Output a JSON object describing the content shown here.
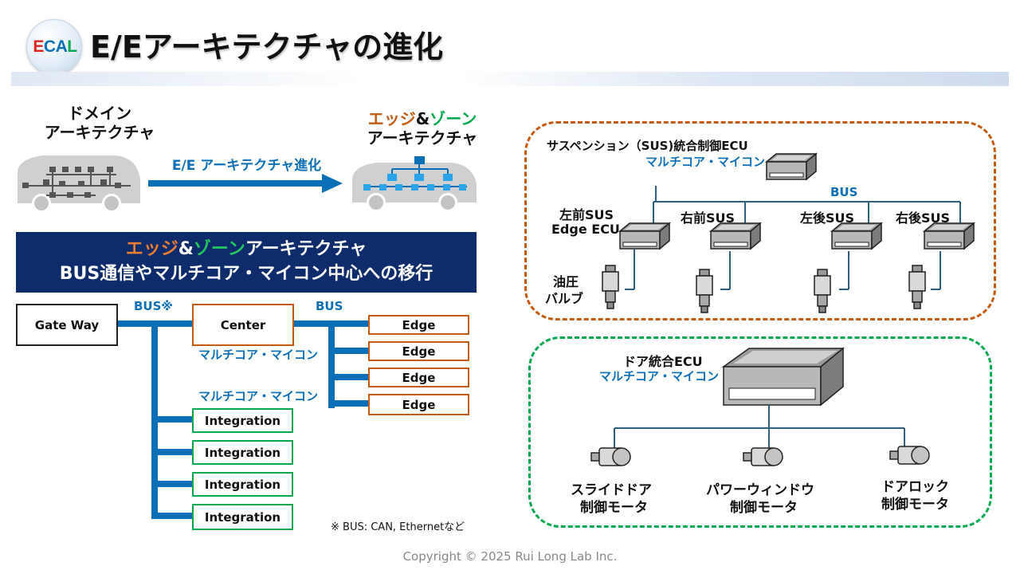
{
  "header": {
    "logo_text": {
      "e": "E",
      "c": "C",
      "a": "A",
      "l": "L"
    },
    "title": "E/Eアーキテクチャの進化"
  },
  "evolution": {
    "domain_label_1": "ドメイン",
    "domain_label_2": "アーキテクチャ",
    "arrow_label": "E/E アーキテクチャ進化",
    "zone_edge": "エッジ",
    "zone_amp": "&",
    "zone_zone": "ゾーン",
    "zone_label_2": "アーキテクチャ"
  },
  "banner": {
    "line1_edge": "エッジ",
    "line1_amp": "&",
    "line1_zone": "ゾーン",
    "line1_rest": "アーキテクチャ",
    "line2": "BUS通信やマルチコア・マイコン中心への移行"
  },
  "topology": {
    "gateway": "Gate Way",
    "center": "Center",
    "bus_left": "BUS※",
    "bus_right": "BUS",
    "multicore_1": "マルチコア・マイコン",
    "multicore_2": "マルチコア・マイコン",
    "edges": [
      "Edge",
      "Edge",
      "Edge",
      "Edge"
    ],
    "integrations": [
      "Integration",
      "Integration",
      "Integration",
      "Integration"
    ],
    "footnote": "※ BUS: CAN, Ethernetなど"
  },
  "suspension": {
    "title": "サスペンション（SUS)統合制御ECU",
    "subtitle": "マルチコア・マイコン",
    "bus": "BUS",
    "front_left_1": "左前SUS",
    "front_left_2": "Edge ECU",
    "front_right": "右前SUS",
    "rear_left": "左後SUS",
    "rear_right": "右後SUS",
    "valve_1": "油圧",
    "valve_2": "バルブ"
  },
  "door": {
    "title": "ドア統合ECU",
    "subtitle": "マルチコア・マイコン",
    "slide_1": "スライドドア",
    "slide_2": "制御モータ",
    "window_1": "パワーウィンドウ",
    "window_2": "制御モータ",
    "lock_1": "ドアロック",
    "lock_2": "制御モータ"
  },
  "colors": {
    "bus_blue": "#0b6fb8",
    "navy": "#0e2c6b",
    "edge_orange": "#c55a11",
    "zone_green": "#00a84f"
  },
  "footer": {
    "copyright": "Copyright © 2025 Rui Long Lab Inc."
  }
}
